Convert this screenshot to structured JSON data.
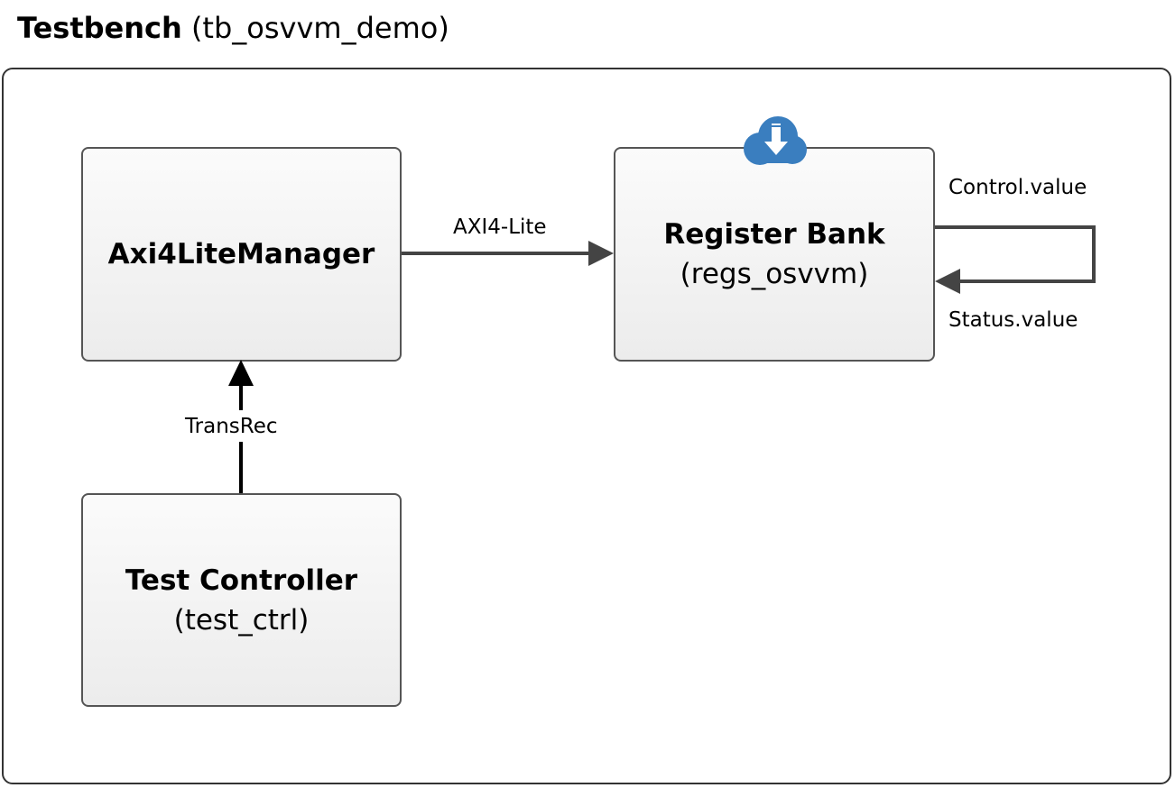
{
  "diagram": {
    "title_bold": "Testbench",
    "title_rest": " (tb_osvvm_demo)",
    "blocks": {
      "manager": {
        "name": "Axi4LiteManager"
      },
      "register_bank": {
        "name": "Register Bank",
        "instance": "(regs_osvvm)"
      },
      "test_controller": {
        "name": "Test Controller",
        "instance": "(test_ctrl)"
      }
    },
    "connections": {
      "axi": "AXI4-Lite",
      "transrec": "TransRec",
      "control": "Control.value",
      "status": "Status.value"
    },
    "icons": {
      "register_bank": "cloud-download-icon"
    },
    "colors": {
      "cloud": "#3a7ebf",
      "lines": "#444444"
    }
  }
}
